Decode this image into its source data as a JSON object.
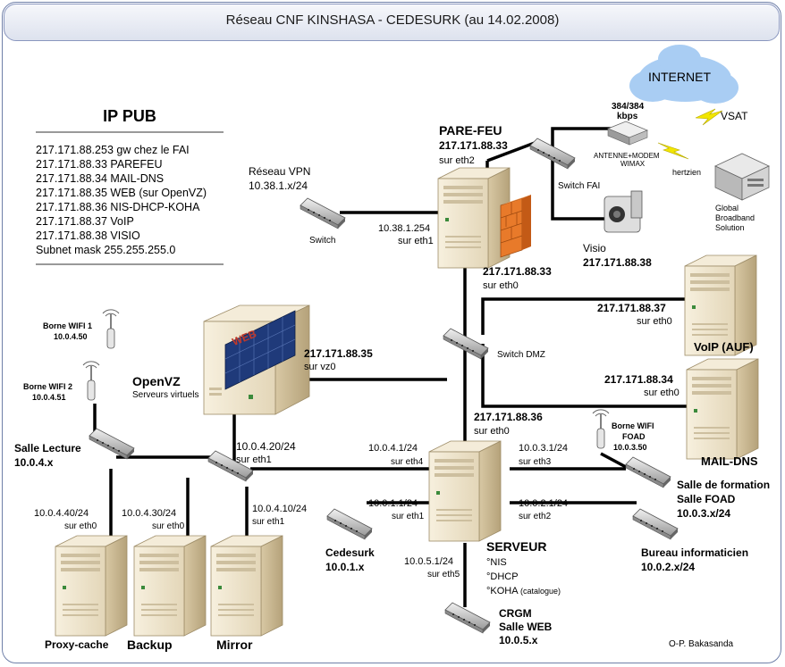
{
  "title": "Réseau CNF KINSHASA - CEDESURK (au 14.02.2008)",
  "ip_pub": {
    "title": "IP PUB",
    "lines": [
      "217.171.88.253  gw chez le FAI",
      "217.171.88.33  PAREFEU",
      "217.171.88.34  MAIL-DNS",
      "217.171.88.35  WEB (sur OpenVZ)",
      "217.171.88.36  NIS-DHCP-KOHA",
      "217.171.88.37  VoIP",
      "217.171.88.38  VISIO",
      "Subnet mask  255.255.255.0"
    ]
  },
  "internet": {
    "label": "INTERNET",
    "vsat": "VSAT",
    "hertzien": "hertzien",
    "gbs": [
      "Global",
      "Broadband",
      "Solution"
    ]
  },
  "fai": {
    "speed": [
      "384/384",
      "kbps"
    ],
    "modem": [
      "ANTENNE+MODEM",
      "WIMAX"
    ],
    "switch": "Switch FAI"
  },
  "parefeu": {
    "name": "PARE-FEU",
    "ip1": "217.171.88.33",
    "if1": "sur eth2",
    "ip_vpn": "10.38.1.254",
    "if_vpn": "sur eth1",
    "ip_lan": "217.171.88.33",
    "if_lan": "sur eth0"
  },
  "vpn": {
    "label": [
      "Réseau VPN",
      "10.38.1.x/24"
    ],
    "switch": "Switch"
  },
  "visio": {
    "label": "Visio",
    "ip": "217.171.88.38"
  },
  "voip": {
    "ip": "217.171.88.37",
    "if": "sur eth0",
    "name": "VoIP (AUF)"
  },
  "mail": {
    "ip": "217.171.88.34",
    "if": "sur eth0",
    "name": "MAIL-DNS"
  },
  "dmz": {
    "switch": "Switch DMZ"
  },
  "openvz": {
    "name": "OpenVZ",
    "sub": "Serveurs virtuels",
    "web": "WEB",
    "ip": "217.171.88.35",
    "if": "sur vz0",
    "ip_lan": "10.0.4.20/24",
    "if_lan": "sur eth1"
  },
  "wifi1": {
    "label": "Borne WIFI 1",
    "ip": "10.0.4.50"
  },
  "wifi2": {
    "label": "Borne WIFI 2",
    "ip": "10.0.4.51"
  },
  "lecture": {
    "label": "Salle Lecture",
    "net": "10.0.4.x"
  },
  "serveur": {
    "ip": "217.171.88.36",
    "if": "sur eth0",
    "eth4_ip": "10.0.4.1/24",
    "eth4": "sur eth4",
    "eth3_ip": "10.0.3.1/24",
    "eth3": "sur eth3",
    "eth1_ip": "10.0.1.1/24",
    "eth1": "sur eth1",
    "eth2_ip": "10.0.2.1/24",
    "eth2": "sur eth2",
    "eth5_ip": "10.0.5.1/24",
    "eth5": "sur eth5",
    "name": "SERVEUR",
    "services": [
      "°NIS",
      "°DHCP",
      "°KOHA"
    ],
    "koha_note": "(catalogue)"
  },
  "wifi_foad": {
    "label": [
      "Borne WIFI",
      "FOAD"
    ],
    "ip": "10.0.3.50"
  },
  "formation": {
    "label": [
      "Salle de formation",
      "Salle FOAD"
    ],
    "net": "10.0.3.x/24"
  },
  "bureau": {
    "label": "Bureau informaticien",
    "net": "10.0.2.x/24"
  },
  "cedesurk": {
    "label": "Cedesurk",
    "net": "10.0.1.x"
  },
  "crgm": {
    "label": [
      "CRGM",
      "Salle WEB"
    ],
    "net": "10.0.5.x"
  },
  "proxy": {
    "ip": "10.0.4.40/24",
    "if": "sur eth0",
    "name": "Proxy-cache"
  },
  "backup": {
    "ip": "10.0.4.30/24",
    "if": "sur eth0",
    "name": "Backup"
  },
  "mirror": {
    "ip": "10.0.4.10/24",
    "if": "sur eth1",
    "name": "Mirror"
  },
  "author": "O-P. Bakasanda",
  "colors": {
    "link": "#000000",
    "server_top": "#f3ead7",
    "server_side": "#c9b896",
    "wall": "#e87a2a",
    "cloud": "#9fc6f0",
    "bolt": "#f2e600",
    "panel": "#1f3a7a"
  }
}
